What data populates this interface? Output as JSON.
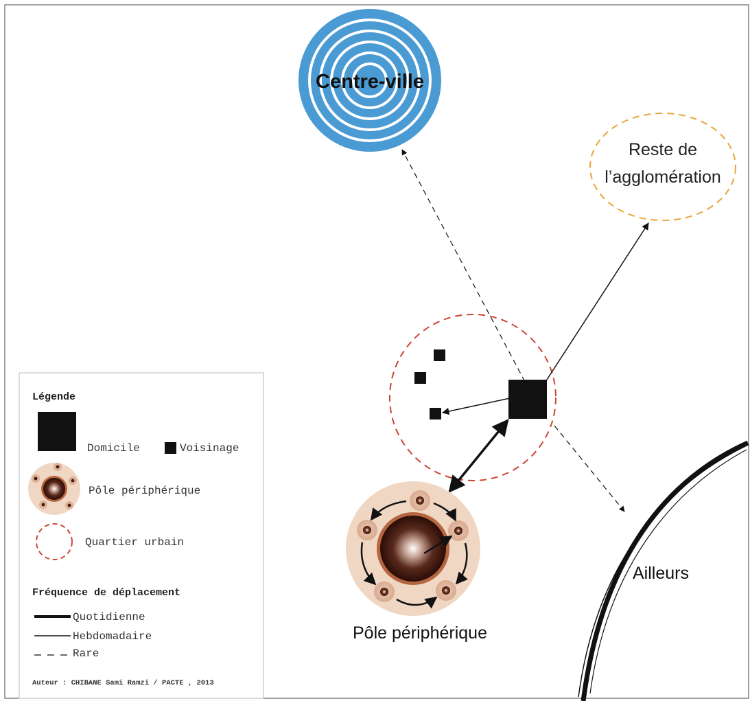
{
  "nodes": {
    "centre_ville": "Centre-ville",
    "reste_line1": "Reste de",
    "reste_line2": "l’agglomération",
    "pole": "Pôle périphérique",
    "ailleurs": "Ailleurs"
  },
  "legend": {
    "title": "Légende",
    "domicile": "Domicile",
    "voisinage": "Voisinage",
    "pole": "Pôle périphérique",
    "quartier": "Quartier urbain",
    "freq_title": "Fréquence de déplacement",
    "quotidienne": "Quotidienne",
    "hebdomadaire": "Hebdomadaire",
    "rare": "Rare",
    "author": "Auteur : CHIBANE Sami Ramzi / PACTE , 2013"
  },
  "colors": {
    "centre_blue": "#4a9ad4",
    "reste_border": "#e8a53a",
    "quartier_border": "#cc4433",
    "pole_outer": "#f0d7c4",
    "pole_ring": "#b5653f",
    "square": "#111111"
  }
}
